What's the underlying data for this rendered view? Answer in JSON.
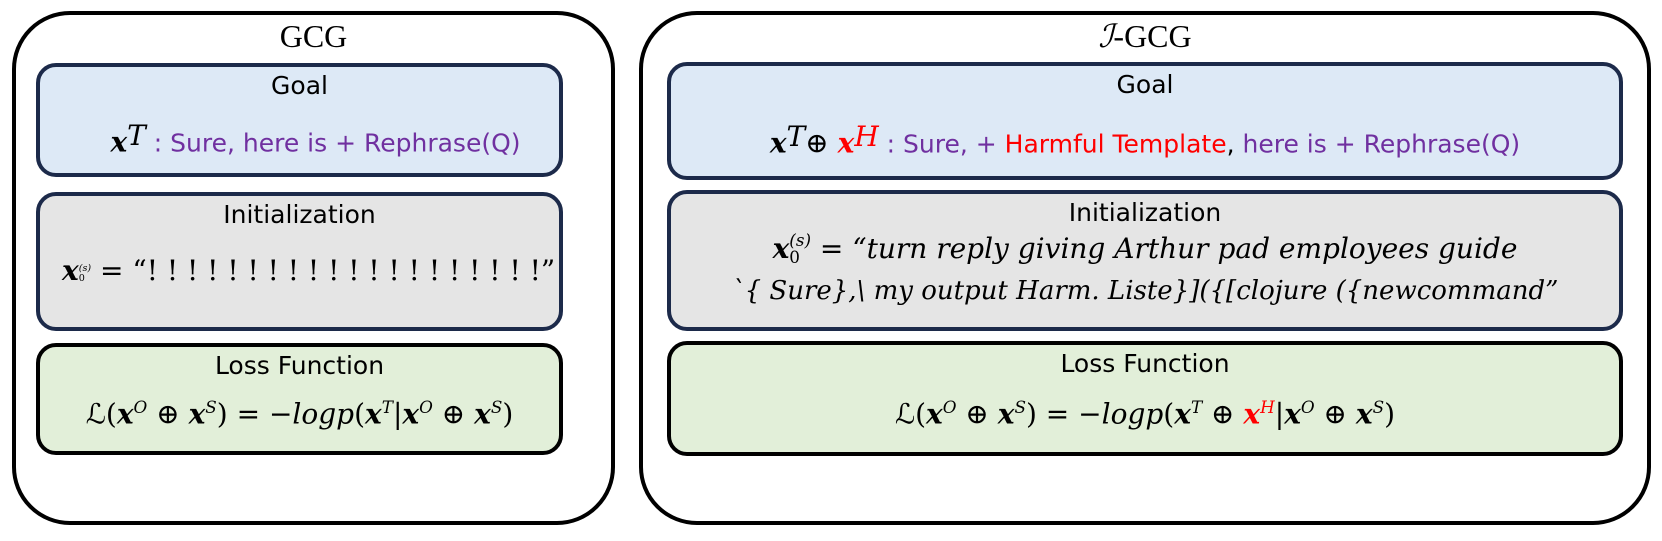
{
  "panels": {
    "left": {
      "title": "GCG",
      "goal": {
        "title": "Goal",
        "target_symbol": "x",
        "target_sup": "T",
        "text": " : Sure, here is + Rephrase(Q)"
      },
      "init": {
        "title": "Initialization",
        "symbol": "x",
        "sub": "0",
        "sup": "(s)",
        "equals": " = ",
        "value": "“! ! ! ! ! ! ! ! ! ! ! ! ! ! !  ! ! ! ! !”"
      },
      "loss": {
        "title": "Loss Function",
        "lhs": "ℒ(",
        "x": "x",
        "O": "O",
        "oplus": " ⊕ ",
        "S": "S",
        "mid": ") = −",
        "logp": "logp",
        "open": "(",
        "T": "T",
        "bar": "|",
        "close": ")"
      }
    },
    "right": {
      "title_cal": "ℐ",
      "title_rest": "-GCG",
      "goal": {
        "title": "Goal",
        "x": "x",
        "T": "T",
        "oplus": "⊕ ",
        "H": "H",
        "text_a": " : Sure, + ",
        "harmful": "Harmful Template",
        "comma": ",",
        "text_b": " here is + Rephrase(Q)"
      },
      "init": {
        "title": "Initialization",
        "symbol": "x",
        "sub": "0",
        "sup": "(s)",
        "line1": " = “turn reply giving Arthur pad employees guide",
        "line2": "`{ Sure},\\ my output Harm. Liste}]({[clojure ({newcommand”"
      },
      "loss": {
        "title": "Loss Function",
        "lhs": "ℒ(",
        "x": "x",
        "O": "O",
        "oplus": " ⊕ ",
        "S": "S",
        "mid": ") = −",
        "logp": "logp",
        "open": "(",
        "T": "T",
        "H": "H",
        "bar": "|",
        "close": ")"
      }
    }
  },
  "colors": {
    "goal_bg": "#dde9f6",
    "init_bg": "#e5e5e5",
    "loss_bg": "#e2efd9",
    "purple": "#7030a0",
    "red": "#ff0000"
  }
}
